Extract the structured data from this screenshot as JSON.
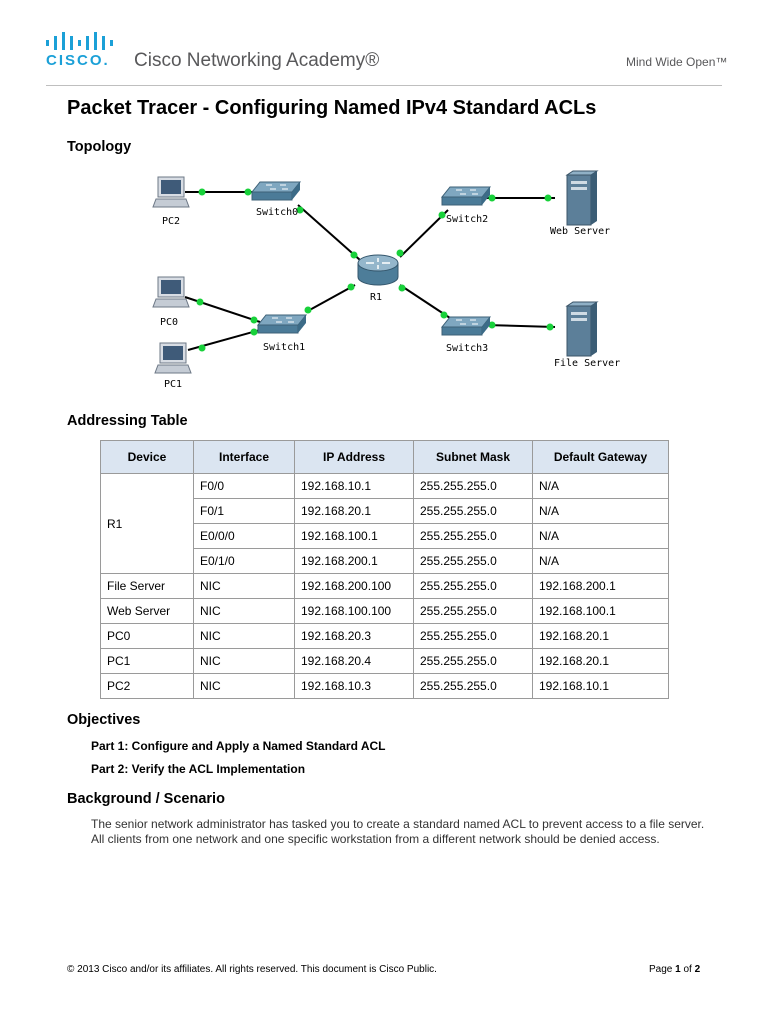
{
  "header": {
    "logo_word": "CISCO.",
    "academy": "Cisco Networking Academy®",
    "tagline": "Mind Wide Open™",
    "brand_color": "#1ba0d7"
  },
  "title": "Packet Tracer - Configuring Named IPv4 Standard ACLs",
  "sections": {
    "topology": "Topology",
    "addressing": "Addressing Table",
    "objectives": "Objectives",
    "background": "Background / Scenario"
  },
  "topology": {
    "labels": {
      "pc2": "PC2",
      "pc0": "PC0",
      "pc1": "PC1",
      "switch0": "Switch0",
      "switch1": "Switch1",
      "switch2": "Switch2",
      "switch3": "Switch3",
      "r1": "R1",
      "web": "Web Server",
      "file": "File Server"
    }
  },
  "table": {
    "headers": [
      "Device",
      "Interface",
      "IP Address",
      "Subnet Mask",
      "Default Gateway"
    ],
    "r1": {
      "device": "R1",
      "rows": [
        [
          "F0/0",
          "192.168.10.1",
          "255.255.255.0",
          "N/A"
        ],
        [
          "F0/1",
          "192.168.20.1",
          "255.255.255.0",
          "N/A"
        ],
        [
          "E0/0/0",
          "192.168.100.1",
          "255.255.255.0",
          "N/A"
        ],
        [
          "E0/1/0",
          "192.168.200.1",
          "255.255.255.0",
          "N/A"
        ]
      ]
    },
    "rows": [
      [
        "File Server",
        "NIC",
        "192.168.200.100",
        "255.255.255.0",
        "192.168.200.1"
      ],
      [
        "Web Server",
        "NIC",
        "192.168.100.100",
        "255.255.255.0",
        "192.168.100.1"
      ],
      [
        "PC0",
        "NIC",
        "192.168.20.3",
        "255.255.255.0",
        "192.168.20.1"
      ],
      [
        "PC1",
        "NIC",
        "192.168.20.4",
        "255.255.255.0",
        "192.168.20.1"
      ],
      [
        "PC2",
        "NIC",
        "192.168.10.3",
        "255.255.255.0",
        "192.168.10.1"
      ]
    ]
  },
  "objectives": [
    "Part 1: Configure and Apply a Named Standard ACL",
    "Part 2: Verify the ACL Implementation"
  ],
  "scenario": "The senior network administrator has tasked you to create a standard named ACL to prevent access to a file server. All clients from one network and one specific workstation from a different network should be denied access.",
  "footer": {
    "copyright": "© 2013 Cisco and/or its affiliates. All rights reserved. This document is Cisco Public.",
    "page_word": "Page",
    "page_num": "1",
    "of_word": "of",
    "page_total": "2"
  }
}
